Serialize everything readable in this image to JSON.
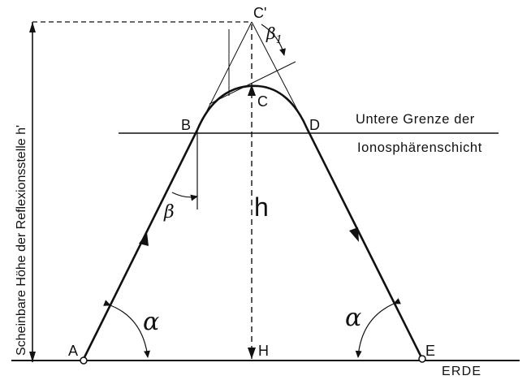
{
  "points": {
    "A": "A",
    "B": "B",
    "C": "C",
    "C_prime": "C'",
    "D": "D",
    "E": "E",
    "H": "H"
  },
  "heights": {
    "h": "h",
    "apparent_height_label": "Scheinbare Höhe der Reflexionsstelle h'"
  },
  "angles": {
    "alpha": "α",
    "beta": "β",
    "beta1_symbol": "β",
    "beta1_subscript": "1"
  },
  "layer": {
    "line1": "Untere Grenze der",
    "line2": "Ionosphärenschicht"
  },
  "ground": {
    "label": "ERDE"
  },
  "colors": {
    "ink": "#111111",
    "background": "#ffffff"
  }
}
